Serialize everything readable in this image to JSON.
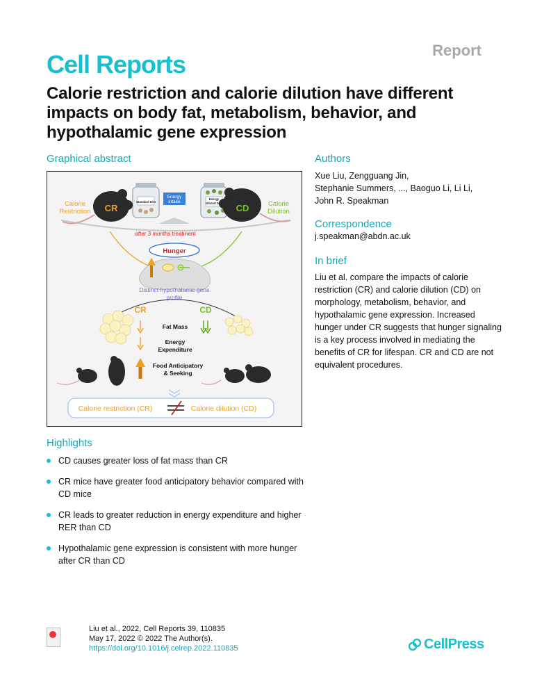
{
  "header": {
    "report_label": "Report",
    "journal": "Cell Reports",
    "title": "Calorie restriction and calorie dilution have different impacts on body fat, metabolism, behavior, and hypothalamic gene expression"
  },
  "graphical_abstract": {
    "heading": "Graphical abstract",
    "left_group": "Calorie Restriction",
    "left_group_lines": [
      "Calorie",
      "Restriction"
    ],
    "right_group_lines": [
      "Calorie",
      "Dilution"
    ],
    "cr": "CR",
    "cd": "CD",
    "energy_intake_lines": [
      "Energy",
      "intake"
    ],
    "standard_diet": "Standard Diet",
    "diluted_diet_lines": [
      "Energy",
      "Diluted Diet"
    ],
    "treatment": "after 3 months treatment",
    "hunger": "Hunger",
    "gene_profile_lines": [
      "Distinct hypothalamic gene",
      "profile"
    ],
    "fat_mass": "Fat Mass",
    "energy_expenditure_lines": [
      "Energy",
      "Expenditure"
    ],
    "food_anticipatory_lines": [
      "Food Anticipatory",
      "& Seeking"
    ],
    "bottom_left": "Calorie restriction (CR)",
    "bottom_right": "Calorie dilution (CD)",
    "colors": {
      "cr": "#f0a020",
      "cd": "#7ac21e",
      "hunger": "#d21f1f",
      "blue": "#2a6fd0",
      "purple": "#7a6bd8"
    }
  },
  "authors": {
    "heading": "Authors",
    "lines": [
      "Xue Liu, Zengguang Jin,",
      "Stephanie Summers, ..., Baoguo Li, Li Li,",
      "John R. Speakman"
    ]
  },
  "correspondence": {
    "heading": "Correspondence",
    "email": "j.speakman@abdn.ac.uk"
  },
  "in_brief": {
    "heading": "In brief",
    "text": "Liu et al. compare the impacts of calorie restriction (CR) and calorie dilution (CD) on morphology, metabolism, behavior, and hypothalamic gene expression. Increased hunger under CR suggests that hunger signaling is a key process involved in mediating the benefits of CR for lifespan. CR and CD are not equivalent procedures."
  },
  "highlights": {
    "heading": "Highlights",
    "items": [
      "CD causes greater loss of fat mass than CR",
      "CR mice have greater food anticipatory behavior compared with CD mice",
      "CR leads to greater reduction in energy expenditure and higher RER than CD",
      "Hypothalamic gene expression is consistent with more hunger after CR than CD"
    ]
  },
  "citation": {
    "line1": "Liu et al., 2022, Cell Reports 39, 110835",
    "line2": "May 17, 2022 © 2022 The Author(s).",
    "doi": "https://doi.org/10.1016/j.celrep.2022.110835"
  },
  "footer": {
    "brand": "CellPress"
  }
}
